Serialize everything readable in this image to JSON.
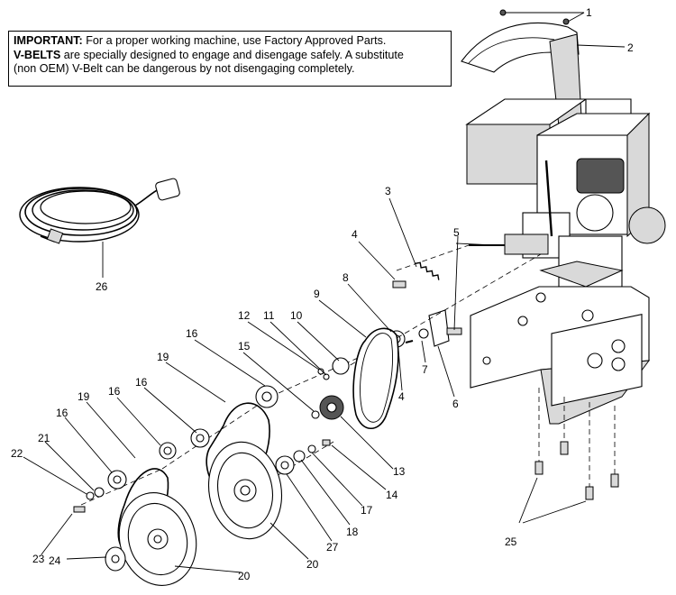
{
  "notice": {
    "important_label": "IMPORTANT:",
    "important_text": " For a proper working machine, use Factory Approved Parts.",
    "vbelts_label": "V-BELTS",
    "vbelts_text_1": " are specially designed to engage and disengage safely. A substitute",
    "vbelts_text_2": "(non OEM) V-Belt can be dangerous by not disengaging completely."
  },
  "callouts": [
    "1",
    "2",
    "3",
    "4",
    "5",
    "8",
    "9",
    "26",
    "12",
    "11",
    "10",
    "16",
    "15",
    "19",
    "16",
    "16",
    "19",
    "16",
    "21",
    "22",
    "4",
    "7",
    "6",
    "13",
    "14",
    "17",
    "18",
    "27",
    "20",
    "20",
    "23",
    "24",
    "25"
  ]
}
